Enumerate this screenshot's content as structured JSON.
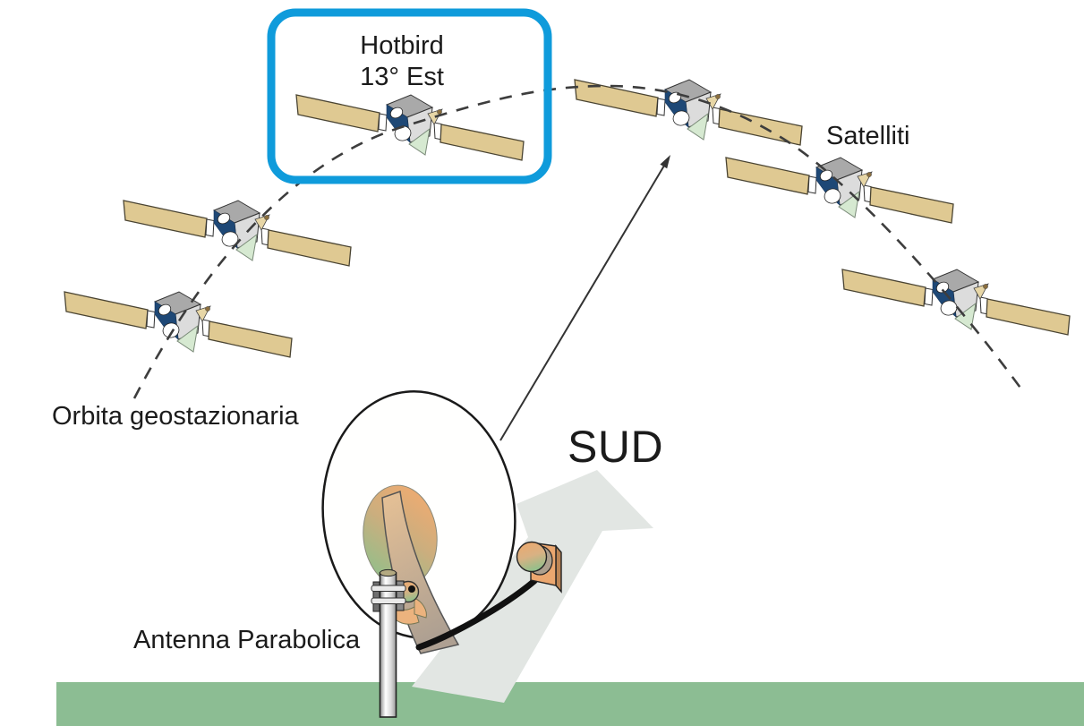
{
  "diagram": {
    "type": "illustration",
    "subject": "Satellite dish pointing south toward geostationary satellites",
    "language": "Italian",
    "satellite_count": 6
  },
  "labels": {
    "highlight_box": {
      "line1": "Hotbird",
      "line2": "13° Est"
    },
    "satellites": "Satelliti",
    "orbit": "Orbita geostazionaria",
    "direction": "SUD",
    "antenna": "Antenna Parabolica"
  },
  "colors": {
    "highlight_border": "#0F9BDB",
    "solar_panel": "#DFC992",
    "satellite_body_navy": "#1E4876",
    "ground_green": "#8CBD93",
    "direction_arrow_gray": "#E2E6E3",
    "lnb_orange": "#EBA76F",
    "orbit_line": "#3D3D3D",
    "text": "#1B1B1B"
  }
}
